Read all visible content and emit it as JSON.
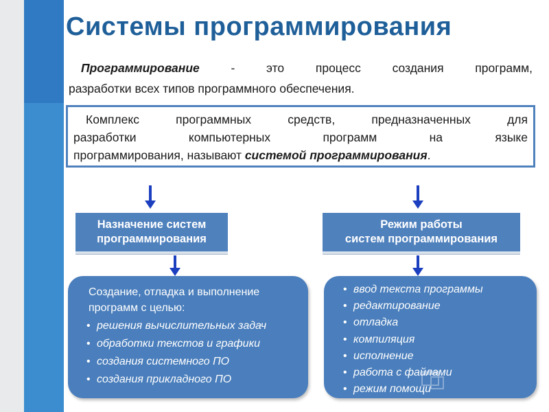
{
  "title": "Системы программирования",
  "definition": {
    "term": "Программирование",
    "line1_rest": " - это процесс создания программ,",
    "line2": "разработки всех типов программного обеспечения."
  },
  "system_box": {
    "line1": "Комплекс программных средств, предназначенных для",
    "line2": "разработки компьютерных программ на языке",
    "line3_start": "программирования, называют ",
    "line3_term": "системой программирования",
    "line3_end": "."
  },
  "left_column": {
    "label_line1": "Назначение систем",
    "label_line2": "программирования",
    "intro_line1": "Создание, отладка и выполнение",
    "intro_line2": "программ с целью:",
    "items": [
      "решения вычислительных задач",
      "обработки текстов и графики",
      "создания системного ПО",
      "создания прикладного ПО"
    ]
  },
  "right_column": {
    "label_line1": "Режим работы",
    "label_line2": "систем программирования",
    "items": [
      "ввод текста программы",
      "редактирование",
      "отладка",
      "компиляция",
      "исполнение",
      "работа с файлами",
      "режим помощи"
    ]
  },
  "colors": {
    "title": "#1f5f99",
    "accent": "#4f81bd",
    "panel": "#4a7ebc",
    "arrow": "#1c3fbf"
  }
}
